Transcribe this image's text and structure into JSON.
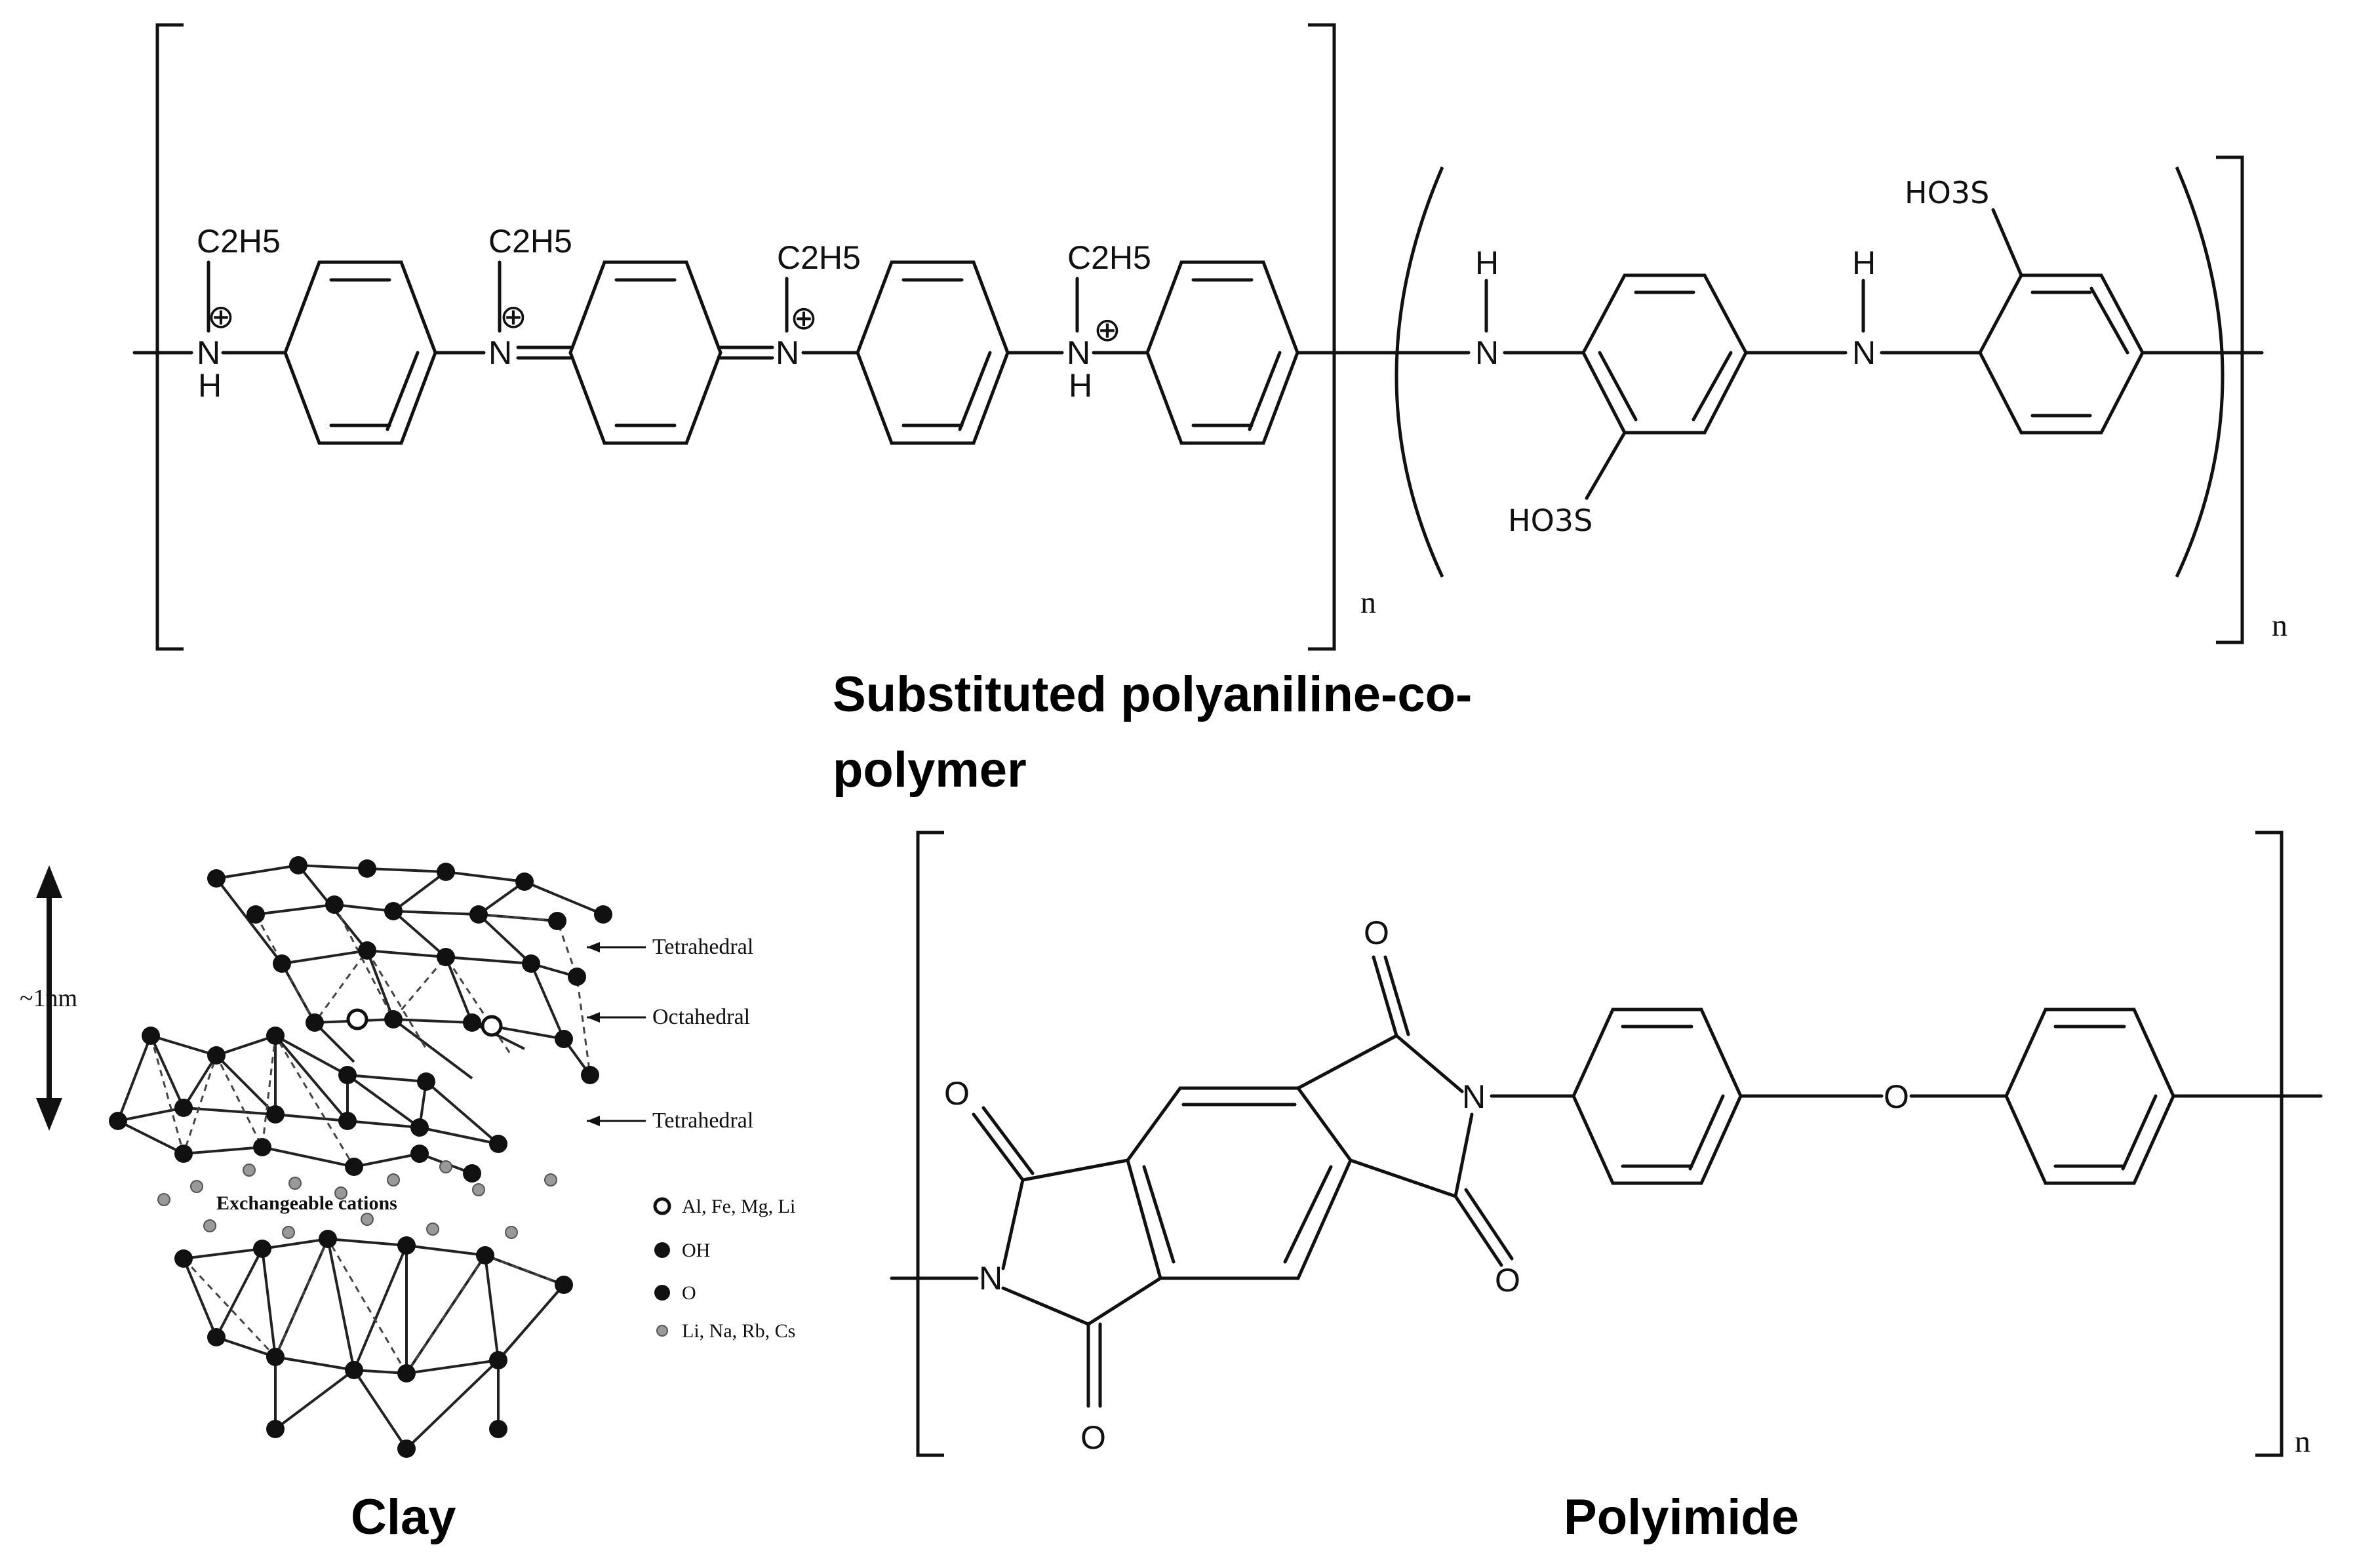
{
  "polyaniline": {
    "caption_line1": "Substituted polyaniline-co-",
    "caption_line2": "polymer",
    "substituent_ethyl": "C2H5",
    "atom_N": "N",
    "atom_H": "H",
    "charge": "⊕",
    "sulfonic": "HO3S",
    "repeat_n": "n"
  },
  "clay": {
    "caption": "Clay",
    "scale_label": "~1nm",
    "layer_labels": [
      "Tetrahedral",
      "Octahedral",
      "Tetrahedral"
    ],
    "interlayer_label": "Exchangeable cations",
    "legend": [
      {
        "symbol": "open-circle",
        "label": "Al, Fe, Mg, Li"
      },
      {
        "symbol": "filled-circle",
        "label": "OH"
      },
      {
        "symbol": "filled-circle",
        "label": "O"
      },
      {
        "symbol": "grey-dot",
        "label": "Li, Na, Rb, Cs"
      }
    ]
  },
  "polyimide": {
    "caption": "Polyimide",
    "atom_O": "O",
    "atom_N": "N",
    "repeat_n": "n"
  }
}
